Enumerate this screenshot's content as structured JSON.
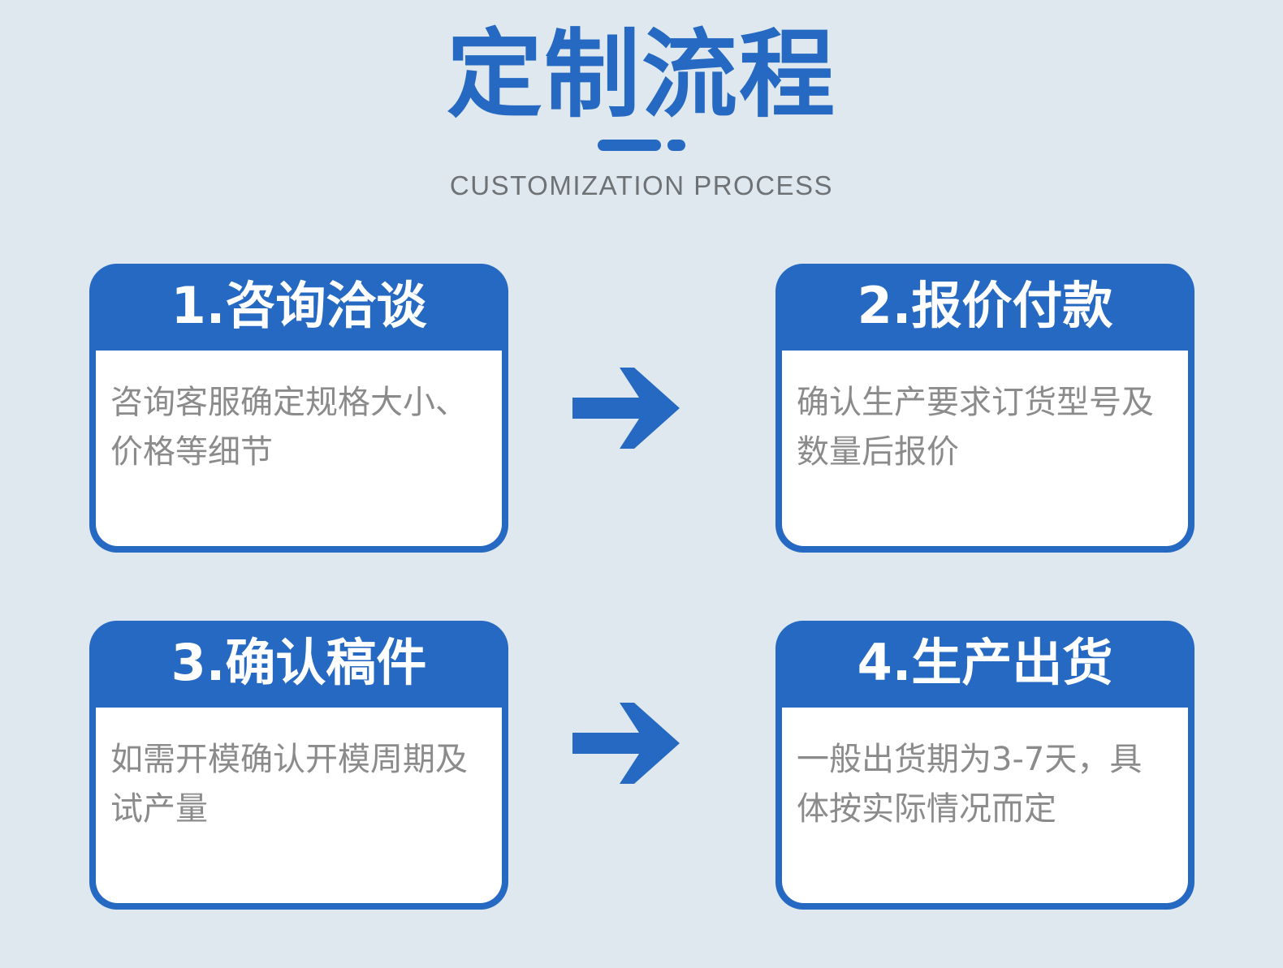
{
  "header": {
    "title": "定制流程",
    "subtitle": "CUSTOMIZATION PROCESS",
    "divider_icon": "dash-divider-icon"
  },
  "colors": {
    "background": "#dfe8ef",
    "brand_blue": "#2569c2",
    "card_panel": "#ffffff",
    "body_text": "#8b8b8b",
    "subtitle_text": "#6e7275"
  },
  "steps": [
    {
      "number": "1.",
      "title": "1.咨询洽谈",
      "body": "咨询客服确定规格大小、价格等细节"
    },
    {
      "number": "2.",
      "title": "2.报价付款",
      "body": "确认生产要求订货型号及数量后报价"
    },
    {
      "number": "3.",
      "title": "3.确认稿件",
      "body": "如需开模确认开模周期及试产量"
    },
    {
      "number": "4.",
      "title": "4.生产出货",
      "body": "一般出货期为3-7天，具体按实际情况而定"
    }
  ],
  "arrows": [
    {
      "icon": "arrow-right-icon",
      "from_step": "1",
      "to_step": "2"
    },
    {
      "icon": "arrow-right-icon",
      "from_step": "3",
      "to_step": "4"
    }
  ]
}
